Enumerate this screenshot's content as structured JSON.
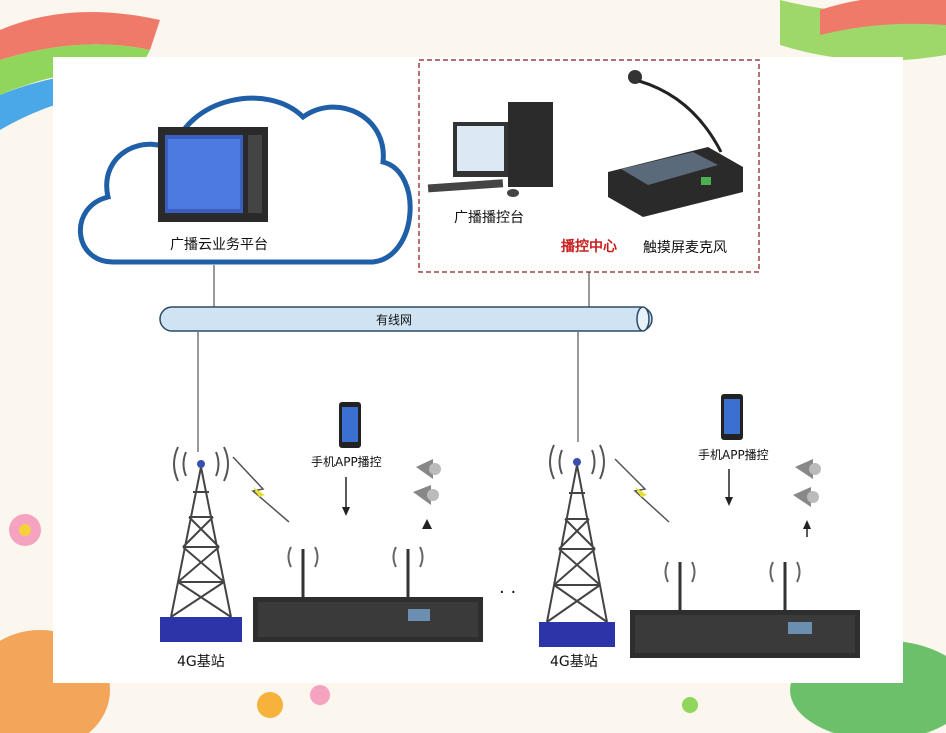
{
  "labels": {
    "cloud_platform": "广播云业务平台",
    "broadcast_console": "广播播控台",
    "control_center": "播控中心",
    "touch_mic": "触摸屏麦克风",
    "wired_network": "有线网",
    "app_control_left": "手机APP播控",
    "app_control_right": "手机APP播控",
    "base_station_left": "4G基站",
    "base_station_right": "4G基站",
    "ellipsis": "· ·"
  },
  "colors": {
    "cloud_stroke": "#1f5fa8",
    "dashed_border": "#a04040",
    "pipe_fill": "#cfe3f2",
    "control_center_text": "#c81e1e"
  },
  "icons": {
    "server": "rack-server-with-monitor",
    "pc": "desktop-computer",
    "mic": "touchscreen-paging-microphone",
    "tower": "cell-tower",
    "amplifier": "rack-amplifier",
    "phone": "smartphone",
    "speaker": "horn-speaker"
  }
}
